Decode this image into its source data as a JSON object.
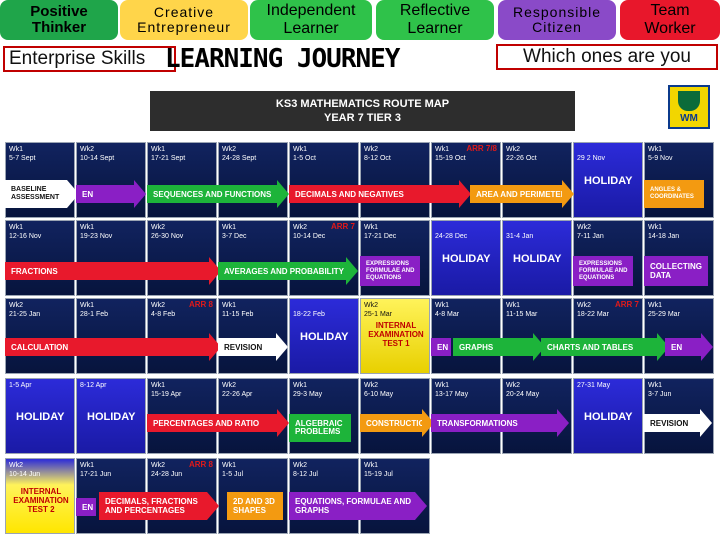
{
  "skills": [
    {
      "line1": "Positive",
      "line2": "Thinker",
      "color": "#1fa54a"
    },
    {
      "line1": "Creative",
      "line2": "Entrepreneur",
      "color": "#ffd54a"
    },
    {
      "line1": "Independent",
      "line2": "Learner",
      "color": "#2fc24a"
    },
    {
      "line1": "Reflective",
      "line2": "Learner",
      "color": "#2fc24a"
    },
    {
      "line1": "Responsible",
      "line2": "Citizen",
      "color": "#8a4ac8"
    },
    {
      "line1": "Team",
      "line2": "Worker",
      "color": "#e8172b"
    }
  ],
  "enterprise_label": "Enterprise Skills",
  "title": "LEARNING JOURNEY",
  "which_label": "Which ones are you",
  "route_header": {
    "line1": "KS3 MATHEMATICS ROUTE MAP",
    "line2": "YEAR 7   TIER 3"
  },
  "logo_text": "WM",
  "rows": [
    {
      "cells": [
        {
          "wk": "Wk1",
          "dates": "5-7 Sept"
        },
        {
          "wk": "Wk2",
          "dates": "10-14 Sept"
        },
        {
          "wk": "Wk1",
          "dates": "17-21 Sept"
        },
        {
          "wk": "Wk2",
          "dates": "24-28 Sept"
        },
        {
          "wk": "Wk1",
          "dates": "1-5 Oct"
        },
        {
          "wk": "Wk2",
          "dates": "8-12 Oct"
        },
        {
          "wk": "Wk1",
          "dates": "15-19 Oct",
          "arr": "ARR 7/8"
        },
        {
          "wk": "Wk2",
          "dates": "22-26 Oct"
        },
        {
          "wk": "",
          "dates": "29 2 Nov"
        },
        {
          "wk": "Wk1",
          "dates": "5-9 Nov"
        }
      ]
    },
    {
      "cells": [
        {
          "wk": "Wk1",
          "dates": "12-16 Nov"
        },
        {
          "wk": "Wk1",
          "dates": "19-23 Nov"
        },
        {
          "wk": "Wk2",
          "dates": "26-30 Nov"
        },
        {
          "wk": "Wk1",
          "dates": "3-7 Dec"
        },
        {
          "wk": "Wk2",
          "dates": "10-14 Dec",
          "arr": "ARR 7"
        },
        {
          "wk": "Wk1",
          "dates": "17-21 Dec"
        },
        {
          "wk": "",
          "dates": "24-28 Dec"
        },
        {
          "wk": "",
          "dates": "31-4 Jan"
        },
        {
          "wk": "Wk2",
          "dates": "7-11 Jan"
        },
        {
          "wk": "Wk1",
          "dates": "14-18 Jan"
        }
      ]
    },
    {
      "cells": [
        {
          "wk": "Wk2",
          "dates": "21-25 Jan"
        },
        {
          "wk": "Wk1",
          "dates": "28-1 Feb"
        },
        {
          "wk": "Wk2",
          "dates": "4-8 Feb",
          "arr": "ARR 8"
        },
        {
          "wk": "Wk1",
          "dates": "11-15 Feb"
        },
        {
          "wk": "",
          "dates": "18-22 Feb"
        },
        {
          "wk": "Wk2",
          "dates": "25-1 Mar"
        },
        {
          "wk": "Wk1",
          "dates": "4-8 Mar"
        },
        {
          "wk": "Wk1",
          "dates": "11-15 Mar"
        },
        {
          "wk": "Wk2",
          "dates": "18-22 Mar",
          "arr": "ARR 7"
        },
        {
          "wk": "Wk1",
          "dates": "25-29 Mar"
        }
      ]
    },
    {
      "cells": [
        {
          "wk": "",
          "dates": "1-5 Apr"
        },
        {
          "wk": "",
          "dates": "8-12 Apr"
        },
        {
          "wk": "Wk1",
          "dates": "15-19 Apr"
        },
        {
          "wk": "Wk2",
          "dates": "22-26 Apr"
        },
        {
          "wk": "Wk1",
          "dates": "29-3 May"
        },
        {
          "wk": "Wk2",
          "dates": "6-10 May"
        },
        {
          "wk": "Wk1",
          "dates": "13-17 May"
        },
        {
          "wk": "Wk2",
          "dates": "20-24 May"
        },
        {
          "wk": "",
          "dates": "27-31 May"
        },
        {
          "wk": "Wk1",
          "dates": "3-7 Jun"
        }
      ]
    },
    {
      "cells": [
        {
          "wk": "Wk2",
          "dates": "10-14 Jun"
        },
        {
          "wk": "Wk1",
          "dates": "17-21 Jun"
        },
        {
          "wk": "Wk2",
          "dates": "24-28 Jun",
          "arr": "ARR 8"
        },
        {
          "wk": "Wk1",
          "dates": "1-5 Jul"
        },
        {
          "wk": "Wk2",
          "dates": "8-12 Jul"
        },
        {
          "wk": "Wk1",
          "dates": "15-19 Jul"
        }
      ]
    }
  ],
  "labels": {
    "baseline": "BASELINE ASSESSMENT",
    "en": "EN",
    "sequences": "SEQUENCES AND FUNCTIONS",
    "decimals": "DECIMALS AND NEGATIVES",
    "area": "AREA AND PERIMETER",
    "holiday": "HOLIDAY",
    "angles": "ANGLES & COORDINATES",
    "fractions": "FRACTIONS",
    "averages": "AVERAGES AND PROBABILITY",
    "expressions": "EXPRESSIONS FORMULAE AND EQUATIONS",
    "collecting": "COLLECTING DATA",
    "calculation": "CALCULATION",
    "revision": "REVISION",
    "internal": "INTERNAL EXAMINATION TEST 1",
    "graphs": "GRAPHS",
    "charts": "CHARTS AND TABLES",
    "percentages": "PERCENTAGES AND RATIO",
    "algebraic": "ALGEBRAIC PROBLEMS",
    "construction": "CONSTRUCTION",
    "transformations": "TRANSFORMATIONS",
    "internal2": "INTERNAL EXAMINATION TEST 2",
    "decimals2": "DECIMALS, FRACTIONS AND PERCENTAGES",
    "shapes": "2D AND 3D SHAPES",
    "equations": "EQUATIONS, FORMULAE AND GRAPHS"
  }
}
